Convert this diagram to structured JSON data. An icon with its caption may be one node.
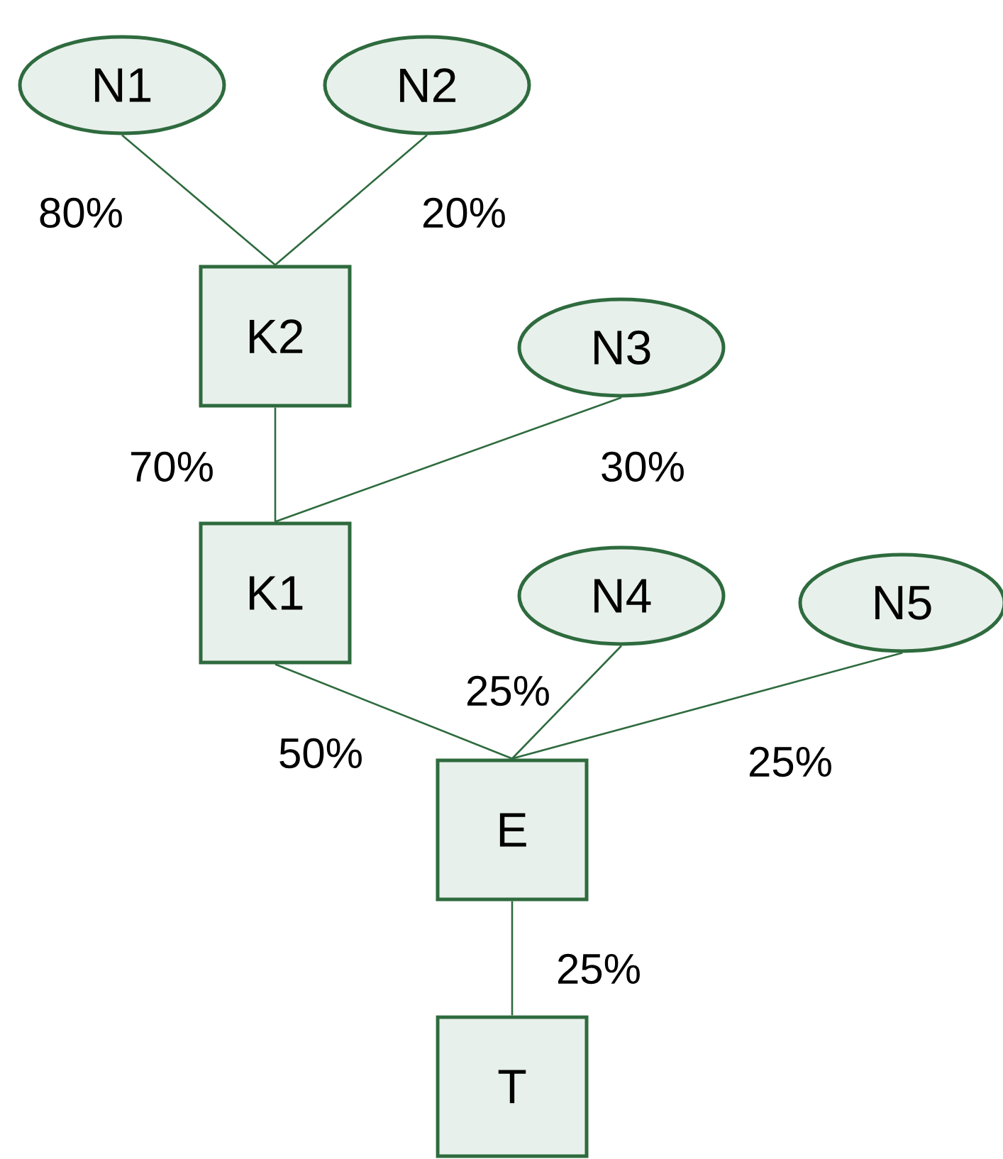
{
  "diagram": {
    "nodes": [
      {
        "text": [
          "N1"
        ]
      },
      {
        "text": [
          "N2"
        ]
      },
      {
        "text": [
          "K2"
        ]
      },
      {
        "text": [
          "N3"
        ]
      },
      {
        "text": [
          "K1"
        ]
      },
      {
        "text": [
          "N4"
        ]
      },
      {
        "text": [
          "N5"
        ]
      },
      {
        "text": [
          "E"
        ]
      },
      {
        "text": [
          "T"
        ]
      }
    ],
    "edges": [
      {
        "from": 0,
        "to": 2,
        "arrow": "none",
        "label": "80%"
      },
      {
        "from": 1,
        "to": 2,
        "arrow": "none",
        "label": "20%"
      },
      {
        "from": 2,
        "to": 4,
        "arrow": "none",
        "label": "70%"
      },
      {
        "from": 3,
        "to": 4,
        "arrow": "none",
        "label": "30%"
      },
      {
        "from": 4,
        "to": 7,
        "arrow": "none",
        "label": "50%"
      },
      {
        "from": 5,
        "to": 7,
        "arrow": "none",
        "label": "25%"
      },
      {
        "from": 6,
        "to": 7,
        "arrow": "none",
        "label": "25%"
      },
      {
        "from": 7,
        "to": 8,
        "arrow": "none",
        "label": "25%"
      }
    ]
  }
}
